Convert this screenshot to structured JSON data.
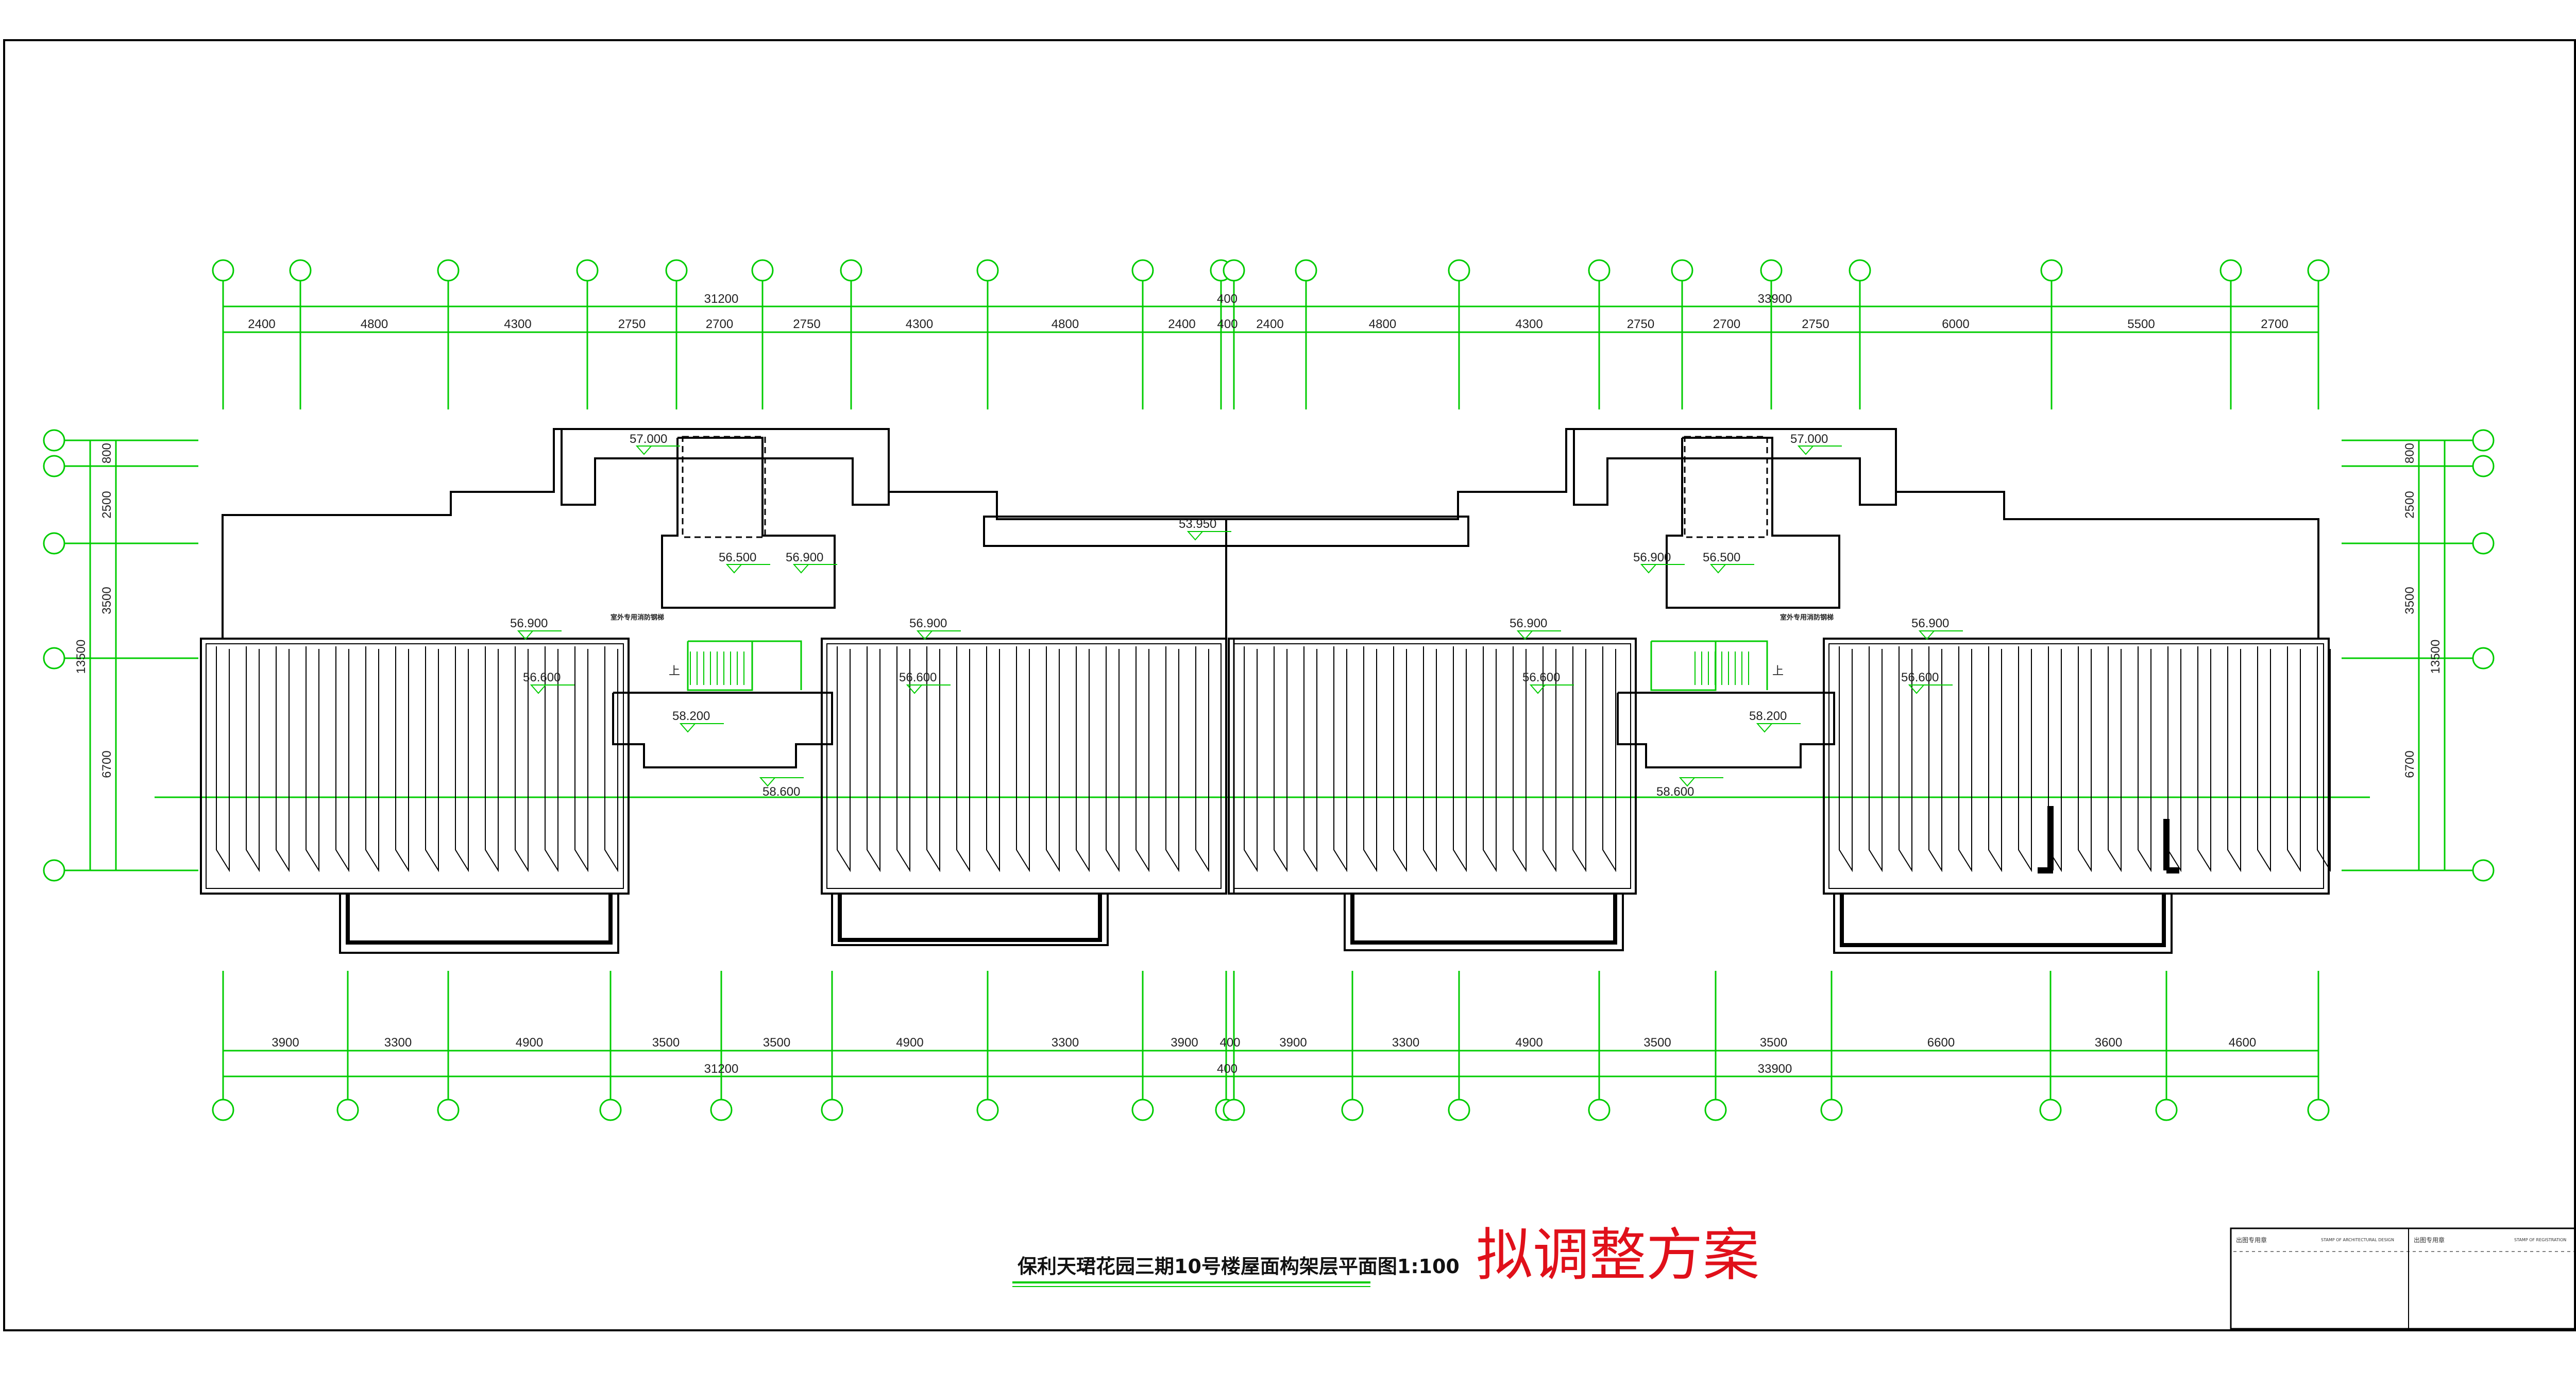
{
  "plan": {
    "title": "保利天珺花园三期10号楼屋面构架层平面图1:100",
    "proposal": "拟调整方案"
  },
  "dims": {
    "top_total_left": "31200",
    "top_mid": "400",
    "top_total_right": "33900",
    "top_segments": [
      "2400",
      "4800",
      "4300",
      "2750",
      "2700",
      "2750",
      "4300",
      "4800",
      "2400",
      "400",
      "2400",
      "4800",
      "4300",
      "2750",
      "2700",
      "2750",
      "6000",
      "5500",
      "2700"
    ],
    "bottom_segments": [
      "3900",
      "3300",
      "4900",
      "3500",
      "3500",
      "4900",
      "3300",
      "3900",
      "400",
      "3900",
      "3300",
      "4900",
      "3500",
      "3500",
      "6600",
      "3600",
      "4600"
    ],
    "bottom_total_left": "31200",
    "bottom_mid": "400",
    "bottom_total_right": "33900",
    "side_segments": [
      "800",
      "2500",
      "3500",
      "6700"
    ],
    "side_total": "13500"
  },
  "levels": {
    "a": "57.000",
    "b": "53.950",
    "c": "56.500",
    "d": "56.900",
    "e": "56.600",
    "f": "58.200",
    "g": "58.600"
  },
  "notes": {
    "stair_note": "室外专用消防钢梯",
    "up": "上"
  },
  "stamp": {
    "left_label": "出图专用章",
    "left_sub": "STAMP OF ARCHITECTURAL DESIGN",
    "right_label": "出图专用章",
    "right_sub": "STAMP OF REGISTRATION"
  },
  "colors": {
    "axis": "#00cc00",
    "wall": "#000000",
    "red": "#e0101a"
  }
}
